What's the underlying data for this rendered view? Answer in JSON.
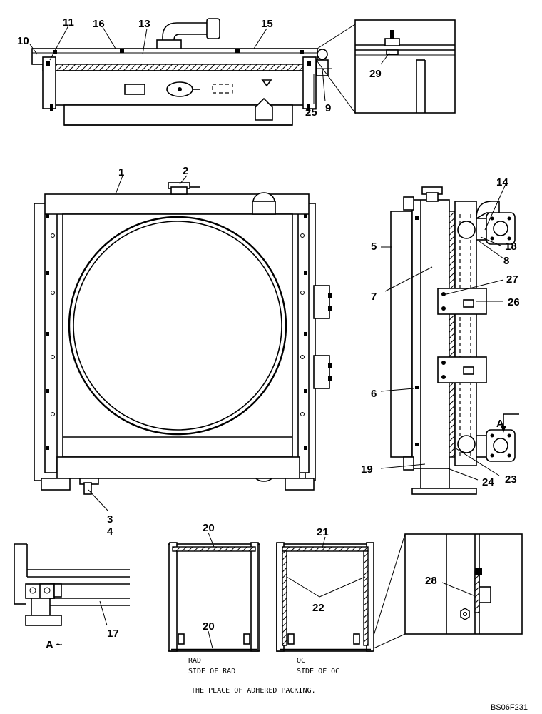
{
  "callouts": {
    "c1": "1",
    "c2": "2",
    "c3": "3",
    "c4": "4",
    "c5": "5",
    "c6": "6",
    "c7": "7",
    "c8": "8",
    "c9": "9",
    "c10": "10",
    "c11": "11",
    "c13": "13",
    "c14": "14",
    "c15": "15",
    "c16": "16",
    "c17": "17",
    "c18": "18",
    "c19": "19",
    "c20a": "20",
    "c20b": "20",
    "c21": "21",
    "c22": "22",
    "c23": "23",
    "c24": "24",
    "c25": "25",
    "c26": "26",
    "c27": "27",
    "c28": "28",
    "c29": "29"
  },
  "view_markers": {
    "a_arrow": "A",
    "a_view": "A ~"
  },
  "captions": {
    "rad_line1": "RAD",
    "rad_line2": "SIDE OF RAD",
    "oc_line1": "OC",
    "oc_line2": "SIDE OF OC",
    "packing_note": "THE PLACE OF ADHERED PACKING.",
    "drawing_code": "BS06F231"
  }
}
